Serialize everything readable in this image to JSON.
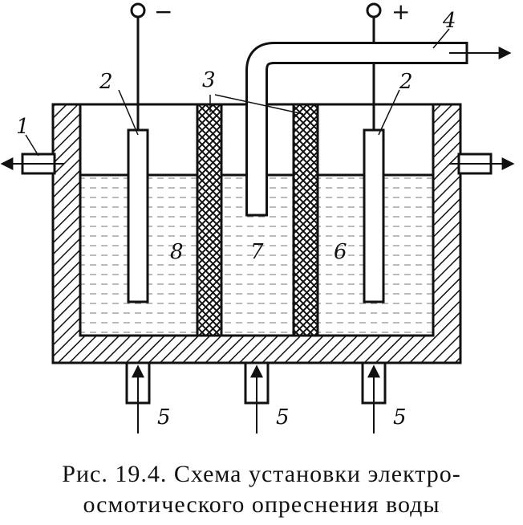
{
  "labels": {
    "pos_1": "1",
    "pos_2_left": "2",
    "pos_2_right": "2",
    "pos_3": "3",
    "pos_4": "4",
    "pos_5_left": "5",
    "pos_5_mid": "5",
    "pos_5_right": "5",
    "pos_6": "6",
    "pos_7": "7",
    "pos_8": "8",
    "minus_sign": "−",
    "plus_sign": "+"
  },
  "caption": {
    "line1": "Рис. 19.4. Схема установки электро-",
    "line2": "осмотического опреснения воды"
  },
  "colors": {
    "ink": "#111111",
    "water": "#e9e9e9",
    "background": "#ffffff"
  }
}
